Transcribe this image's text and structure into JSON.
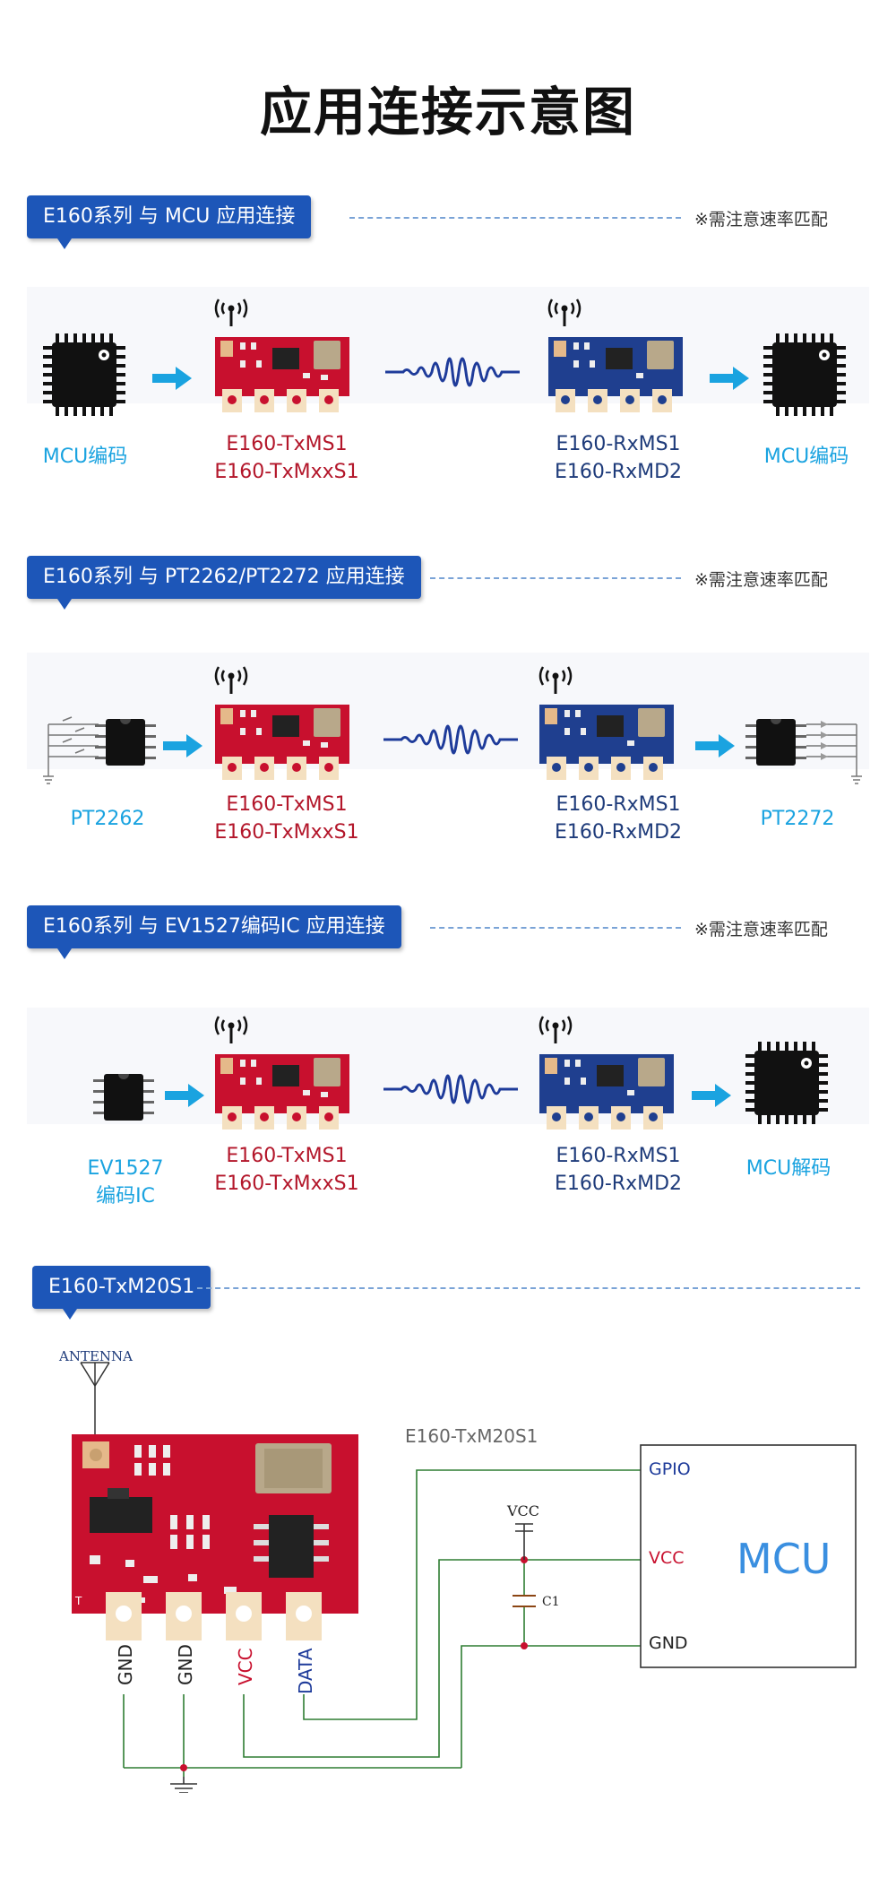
{
  "page_title": "应用连接示意图",
  "note_text": "※需注意速率匹配",
  "colors": {
    "header_blue": "#1d56b8",
    "label_blue": "#1aa3e0",
    "label_red": "#b3162a",
    "label_navy": "#1e3b7a",
    "pcb_red": "#c8102e",
    "pcb_blue": "#1f3f8f",
    "wire_green": "#2e7d32"
  },
  "sections": [
    {
      "header": "E160系列 与 MCU 应用连接",
      "left_label": "MCU编码",
      "tx_label_1": "E160-TxMS1",
      "tx_label_2": "E160-TxMxxS1",
      "rx_label_1": "E160-RxMS1",
      "rx_label_2": "E160-RxMD2",
      "right_label": "MCU编码"
    },
    {
      "header": "E160系列 与 PT2262/PT2272 应用连接",
      "left_label": "PT2262",
      "tx_label_1": "E160-TxMS1",
      "tx_label_2": "E160-TxMxxS1",
      "rx_label_1": "E160-RxMS1",
      "rx_label_2": "E160-RxMD2",
      "right_label": "PT2272"
    },
    {
      "header": "E160系列 与 EV1527编码IC 应用连接",
      "left_label_1": "EV1527",
      "left_label_2": "编码IC",
      "tx_label_1": "E160-TxMS1",
      "tx_label_2": "E160-TxMxxS1",
      "rx_label_1": "E160-RxMS1",
      "rx_label_2": "E160-RxMD2",
      "right_label": "MCU解码"
    }
  ],
  "schematic": {
    "header": "E160-TxM20S1",
    "antenna_label": "ANTENNA",
    "module_label": "E160-TxM20S1",
    "pins": [
      "GND",
      "GND",
      "VCC",
      "DATA"
    ],
    "mcu_label": "MCU",
    "mcu_pins": [
      "GPIO",
      "VCC",
      "GND"
    ],
    "vcc_label": "VCC",
    "cap_label": "C1"
  }
}
